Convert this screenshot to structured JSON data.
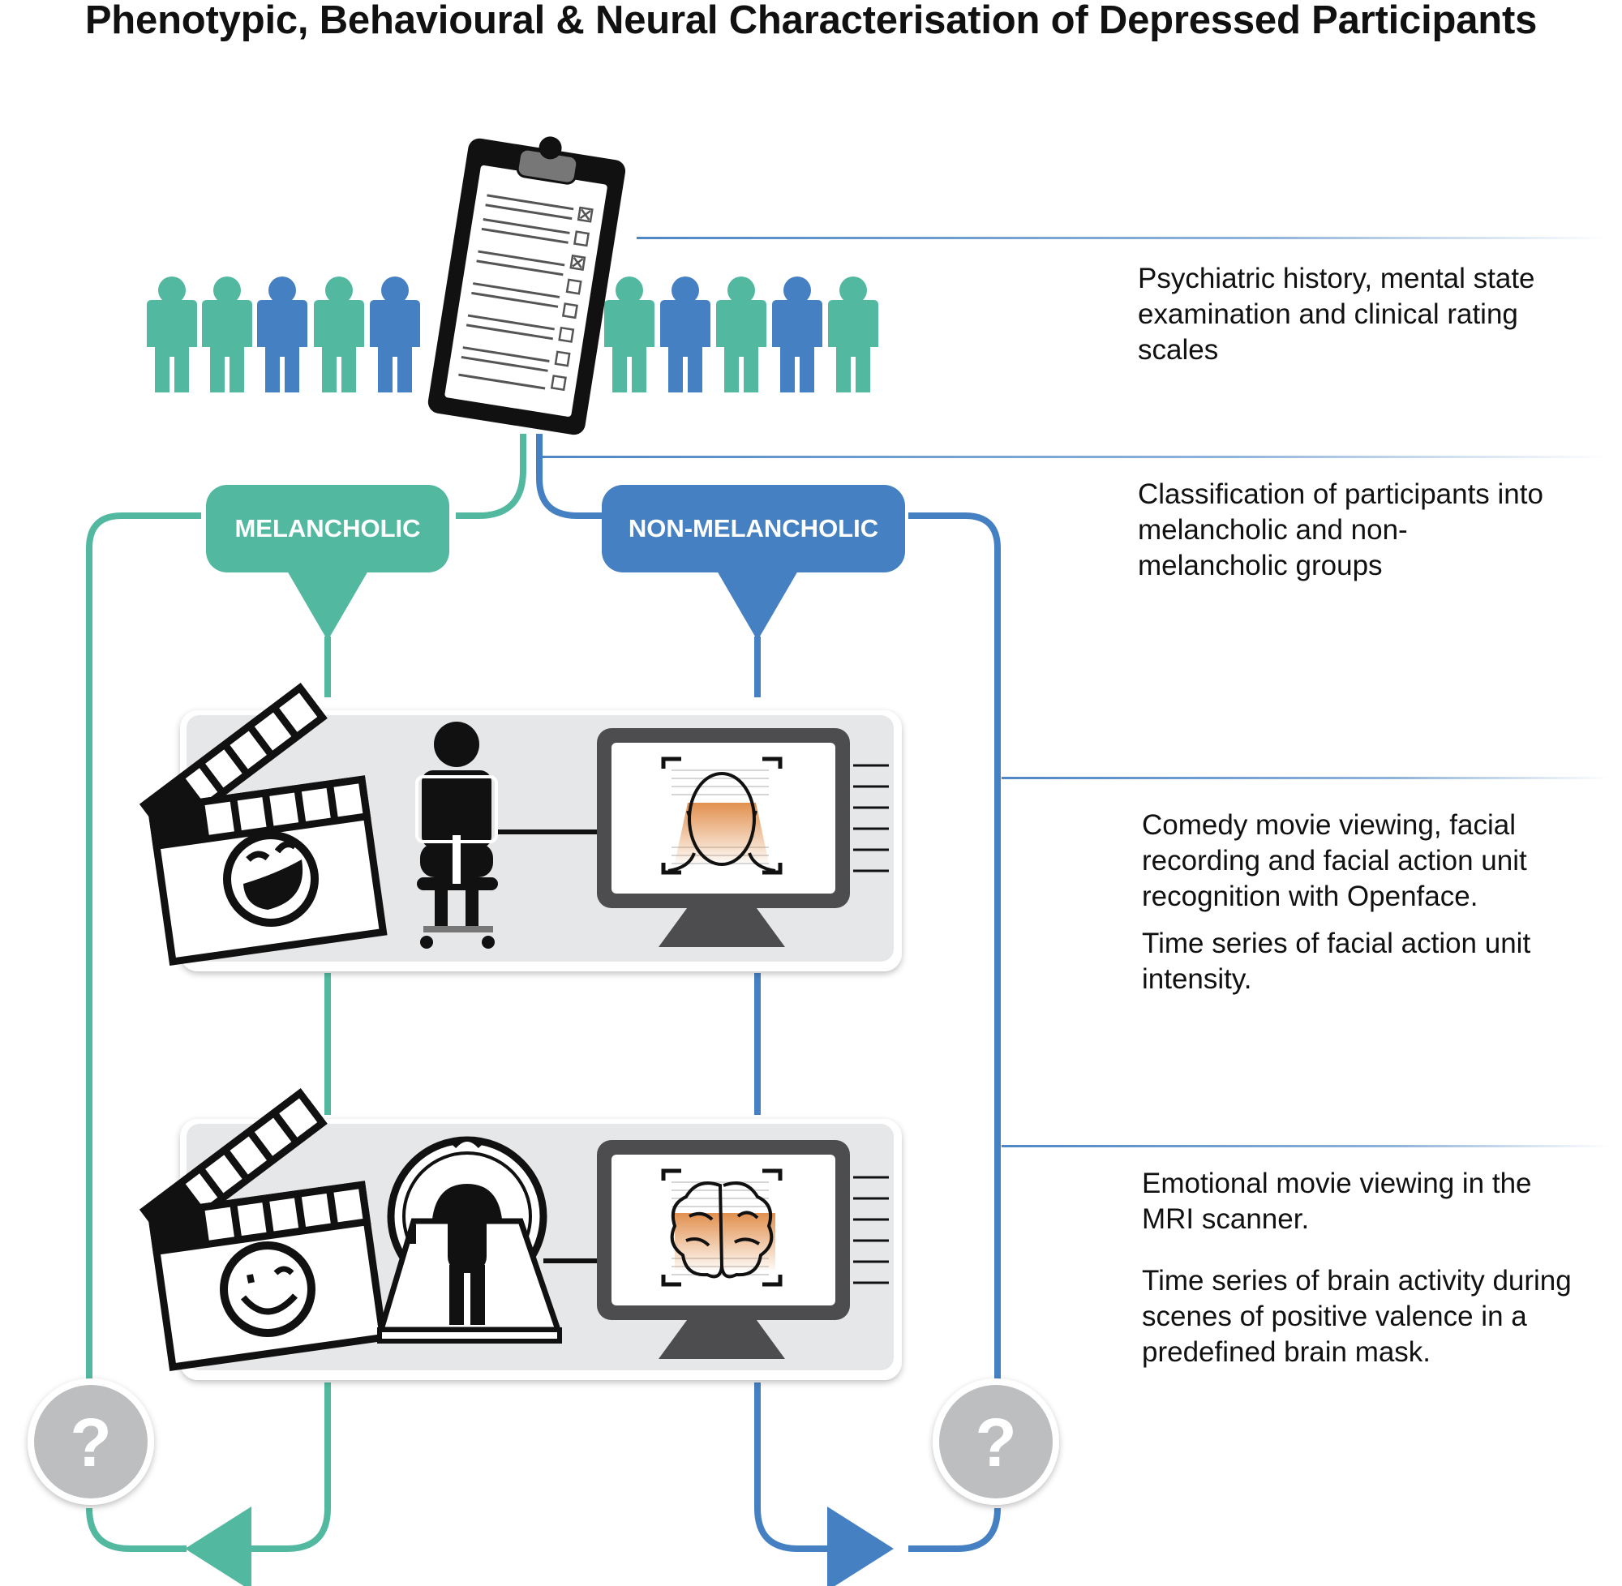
{
  "title": "Phenotypic, Behavioural & Neural Characterisation of Depressed Participants",
  "groups": {
    "melancholic_label": "MELANCHOLIC",
    "non_melancholic_label": "NON-MELANCHOLIC",
    "question_mark": "?"
  },
  "colors": {
    "melancholic": "#52b9a0",
    "non_melancholic": "#4580c2",
    "scan_highlight": "#e08a45",
    "panel_bg": "#e6e7e8",
    "question_badge": "#bcbec0"
  },
  "steps": [
    {
      "lines": [
        "Psychiatric history, mental state examination and clinical rating scales"
      ]
    },
    {
      "lines": [
        "Classification of participants into melancholic and non-melancholic groups"
      ]
    },
    {
      "lines": [
        "Comedy movie viewing, facial recording and facial action unit recognition with Openface.",
        "Time series of facial action unit intensity."
      ]
    },
    {
      "lines": [
        "Emotional movie viewing in the MRI scanner.",
        "Time series of brain activity during scenes of positive valence in a predefined brain mask."
      ]
    }
  ],
  "icons": {
    "participants": "people-icons",
    "clipboard": "clipboard-checklist-icon",
    "clapperboard_laughing": "clapperboard-laughing-face-icon",
    "clapperboard_smiling": "clapperboard-winking-face-icon",
    "seated_person": "seated-person-icon",
    "mri_scanner": "mri-scanner-icon",
    "face_monitor": "monitor-face-scan-icon",
    "brain_monitor": "monitor-brain-scan-icon"
  }
}
